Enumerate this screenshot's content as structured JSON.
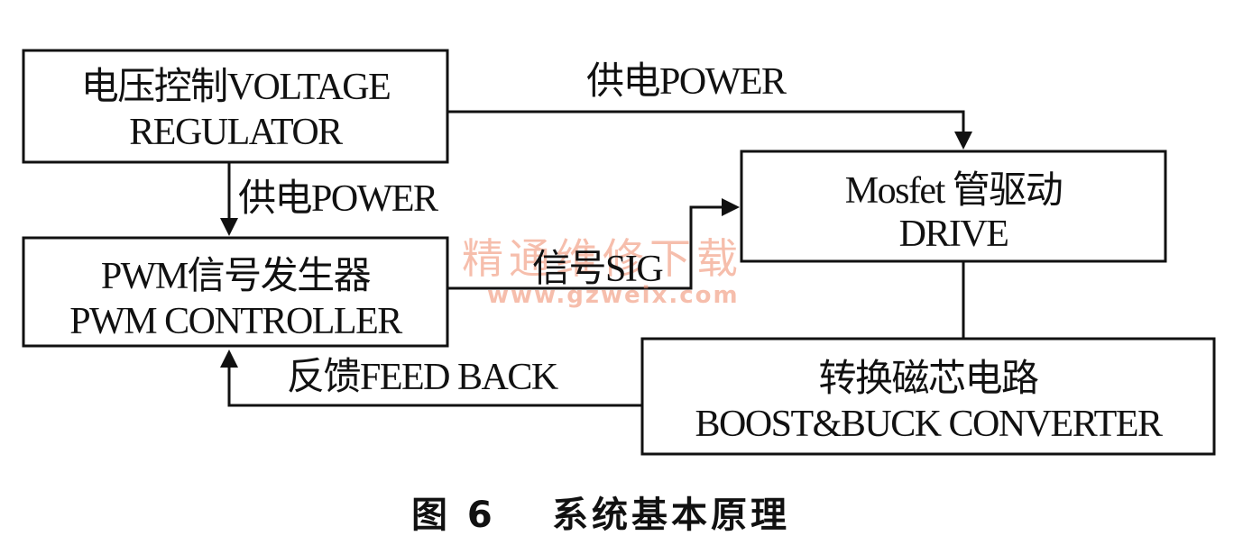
{
  "nodes": {
    "voltage_regulator": {
      "line1": "电压控制VOLTAGE",
      "line2": "REGULATOR"
    },
    "pwm_controller": {
      "line1": "PWM信号发生器",
      "line2": "PWM CONTROLLER"
    },
    "mosfet_drive": {
      "line1": "Mosfet 管驱动",
      "line2": "DRIVE"
    },
    "converter": {
      "line1": "转换磁芯电路",
      "line2": "BOOST&BUCK CONVERTER"
    }
  },
  "edges": {
    "power_to_drive": "供电POWER",
    "power_to_pwm": "供电POWER",
    "signal": "信号SIG",
    "feedback": "反馈FEED BACK"
  },
  "watermark": {
    "text": "精通维修下载",
    "url": "www.gzweix.com",
    "color": "#f08a6a"
  },
  "caption": {
    "figure": "图 6",
    "title": "系统基本原理"
  }
}
